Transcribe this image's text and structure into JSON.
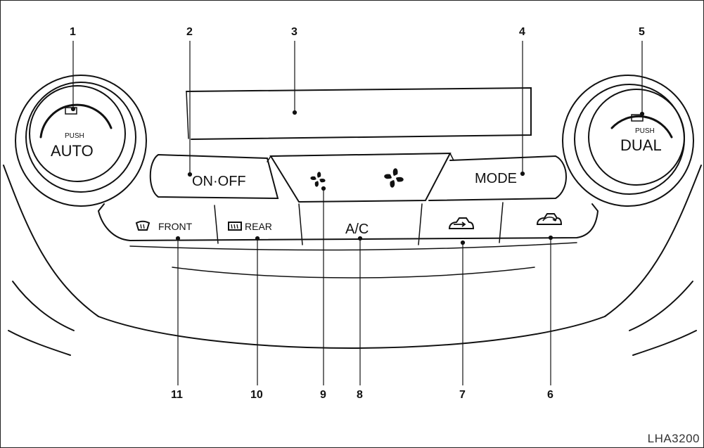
{
  "figure_id": "LHA3200",
  "controls": {
    "auto_dial_push": "PUSH",
    "auto_dial_label": "AUTO",
    "dual_dial_push": "PUSH",
    "dual_dial_label": "DUAL",
    "on_off_label": "ON·OFF",
    "mode_label": "MODE",
    "front_label": "FRONT",
    "rear_label": "REAR",
    "ac_label": "A/C"
  },
  "icons": {
    "fan_low": "fan-icon",
    "fan_high": "fan-icon",
    "front_defrost": "front-defroster-icon",
    "rear_defrost": "rear-defroster-icon",
    "outside_air": "outside-air-icon",
    "recirculation": "recirculation-icon"
  },
  "callouts": {
    "c1": "1",
    "c2": "2",
    "c3": "3",
    "c4": "4",
    "c5": "5",
    "c6": "6",
    "c7": "7",
    "c8": "8",
    "c9": "9",
    "c10": "10",
    "c11": "11"
  }
}
